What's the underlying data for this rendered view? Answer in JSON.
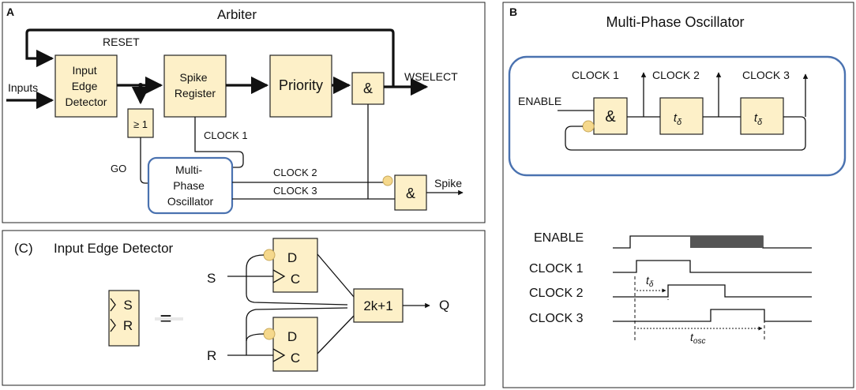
{
  "panel_a": {
    "letter": "A",
    "title": "Arbiter",
    "reset": "RESET",
    "inputs": "Inputs",
    "input_edge": [
      "Input",
      "Edge",
      "Detector"
    ],
    "spike_reg": [
      "Spike",
      "Register"
    ],
    "priority": "Priority",
    "and": "&",
    "wselect": "WSELECT",
    "geq": "≥ 1",
    "clock1": "CLOCK 1",
    "go": "GO",
    "mpo": [
      "Multi-",
      "Phase",
      "Oscillator"
    ],
    "clock2": "CLOCK 2",
    "clock3": "CLOCK 3",
    "and2": "&",
    "spike": "Spike"
  },
  "panel_b": {
    "letter": "B",
    "title": "Multi-Phase Oscillator",
    "enable": "ENABLE",
    "clock1": "CLOCK 1",
    "clock2": "CLOCK 2",
    "clock3": "CLOCK 3",
    "and": "&",
    "td": "t",
    "td_sub": "δ",
    "timing": {
      "enable": "ENABLE",
      "clock1": "CLOCK 1",
      "clock2": "CLOCK 2",
      "clock3": "CLOCK 3",
      "td": "t",
      "td_sub": "δ",
      "tosc": "t",
      "tosc_sub": "osc"
    }
  },
  "panel_c": {
    "letter": "(C)",
    "title": "Input Edge Detector",
    "sym_s": "S",
    "sym_r": "R",
    "equals": "=",
    "s": "S",
    "r": "R",
    "d": "D",
    "c": "C",
    "d2": "D",
    "c2": "C",
    "vote": "2k+1",
    "q": "Q"
  },
  "colors": {
    "box_fill": "#fdf0c8",
    "oscillator_border": "#4a72b0",
    "bubble": "#f5d88c",
    "enable_bar": "#555555"
  }
}
